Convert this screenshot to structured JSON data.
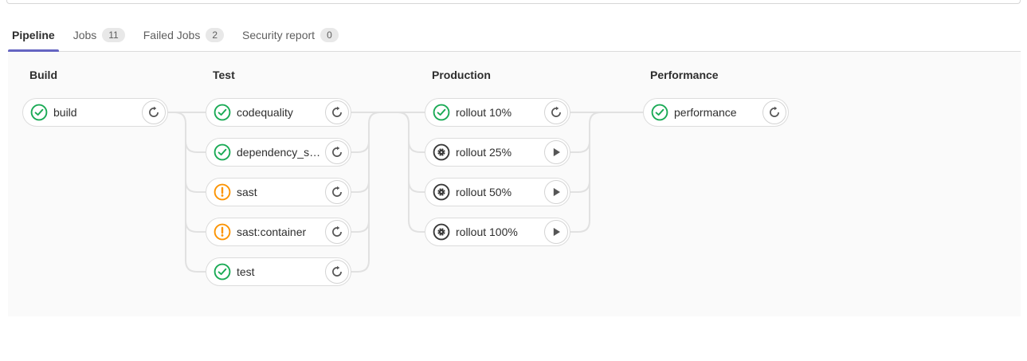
{
  "tabs": [
    {
      "label": "Pipeline",
      "active": true
    },
    {
      "label": "Jobs",
      "badge": "11",
      "active": false
    },
    {
      "label": "Failed Jobs",
      "badge": "2",
      "active": false
    },
    {
      "label": "Security report",
      "badge": "0",
      "active": false
    }
  ],
  "stages": [
    {
      "name": "Build",
      "jobs": [
        {
          "name": "build",
          "status": "success",
          "status_icon": "status-success-icon",
          "action": "retry",
          "action_icon": "retry-icon"
        }
      ]
    },
    {
      "name": "Test",
      "jobs": [
        {
          "name": "codequality",
          "status": "success",
          "status_icon": "status-success-icon",
          "action": "retry",
          "action_icon": "retry-icon"
        },
        {
          "name": "dependency_s…",
          "status": "success",
          "status_icon": "status-success-icon",
          "action": "retry",
          "action_icon": "retry-icon"
        },
        {
          "name": "sast",
          "status": "warning",
          "status_icon": "status-warning-icon",
          "action": "retry",
          "action_icon": "retry-icon"
        },
        {
          "name": "sast:container",
          "status": "warning",
          "status_icon": "status-warning-icon",
          "action": "retry",
          "action_icon": "retry-icon"
        },
        {
          "name": "test",
          "status": "success",
          "status_icon": "status-success-icon",
          "action": "retry",
          "action_icon": "retry-icon"
        }
      ]
    },
    {
      "name": "Production",
      "jobs": [
        {
          "name": "rollout 10%",
          "status": "success",
          "status_icon": "status-success-icon",
          "action": "retry",
          "action_icon": "retry-icon"
        },
        {
          "name": "rollout 25%",
          "status": "manual",
          "status_icon": "status-manual-icon",
          "action": "play",
          "action_icon": "play-icon"
        },
        {
          "name": "rollout 50%",
          "status": "manual",
          "status_icon": "status-manual-icon",
          "action": "play",
          "action_icon": "play-icon"
        },
        {
          "name": "rollout 100%",
          "status": "manual",
          "status_icon": "status-manual-icon",
          "action": "play",
          "action_icon": "play-icon"
        }
      ]
    },
    {
      "name": "Performance",
      "jobs": [
        {
          "name": "performance",
          "status": "success",
          "status_icon": "status-success-icon",
          "action": "retry",
          "action_icon": "retry-icon"
        }
      ]
    }
  ],
  "colors": {
    "accent": "#6565c2",
    "success": "#1aaa55",
    "warning": "#fc9403",
    "manual_icon": "#393939",
    "action_icon": "#555555",
    "connector": "#e1e1e1",
    "graph_bg": "#fafafa"
  }
}
